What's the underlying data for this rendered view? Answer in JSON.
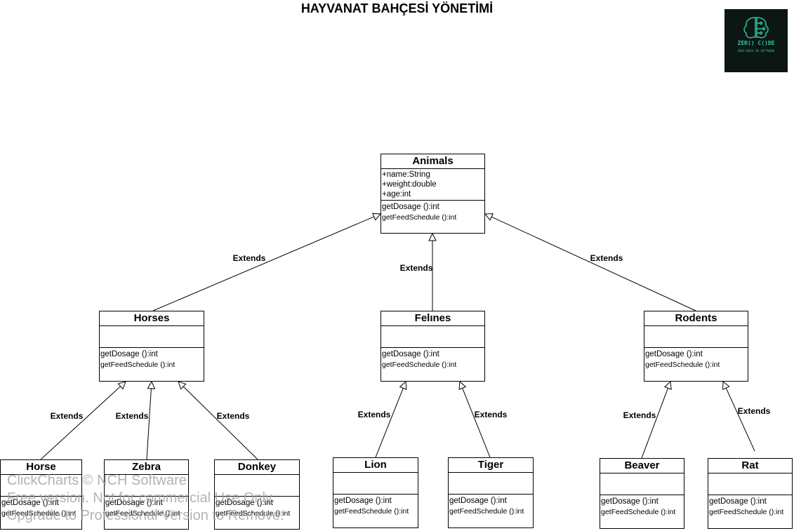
{
  "diagram": {
    "title": "HAYVANAT BAHÇESİ YÖNETİMİ",
    "edge_label": "Extends",
    "classes": {
      "animals": {
        "name": "Animals",
        "attributes": [
          "+name:String",
          "+weight:double",
          "+age:int"
        ],
        "operations": [
          "getDosage ():int",
          "getFeedSchedule ():int"
        ]
      },
      "horses": {
        "name": "Horses",
        "operations": [
          "getDosage ():int",
          "getFeedSchedule ():int"
        ]
      },
      "felines": {
        "name": "Felınes",
        "operations": [
          "getDosage ():int",
          "getFeedSchedule ():int"
        ]
      },
      "rodents": {
        "name": "Rodents",
        "operations": [
          "getDosage ():int",
          "getFeedSchedule ():int"
        ]
      },
      "horse": {
        "name": "Horse",
        "operations": [
          "getDosage ():int",
          "getFeedSchedule ():int"
        ]
      },
      "zebra": {
        "name": "Zebra",
        "operations": [
          "getDosage ():int",
          "getFeedSchedule ():int"
        ]
      },
      "donkey": {
        "name": "Donkey",
        "operations": [
          "getDosage ():int",
          "getFeedSchedule ():int"
        ]
      },
      "lion": {
        "name": "Lion",
        "operations": [
          "getDosage ():int",
          "getFeedSchedule ():int"
        ]
      },
      "tiger": {
        "name": "Tiger",
        "operations": [
          "getDosage ():int",
          "getFeedSchedule ():int"
        ]
      },
      "beaver": {
        "name": "Beaver",
        "operations": [
          "getDosage ():int",
          "getFeedSchedule ():int"
        ]
      },
      "rat": {
        "name": "Rat",
        "operations": [
          "getDosage ():int",
          "getFeedSchedule ():int"
        ]
      }
    },
    "relations": [
      {
        "from": "horses",
        "to": "animals",
        "label": "Extends"
      },
      {
        "from": "felines",
        "to": "animals",
        "label": "Extends"
      },
      {
        "from": "rodents",
        "to": "animals",
        "label": "Extends"
      },
      {
        "from": "horse",
        "to": "horses",
        "label": "Extends"
      },
      {
        "from": "zebra",
        "to": "horses",
        "label": "Extends"
      },
      {
        "from": "donkey",
        "to": "horses",
        "label": "Extends"
      },
      {
        "from": "lion",
        "to": "felines",
        "label": "Extends"
      },
      {
        "from": "tiger",
        "to": "felines",
        "label": "Extends"
      },
      {
        "from": "beaver",
        "to": "rodents",
        "label": "Extends"
      },
      {
        "from": "rat",
        "to": "rodents",
        "label": "Extends"
      }
    ]
  },
  "logo": {
    "line1": "ZER() C()DE",
    "line2": "ZERO BUGS IN SOFTWARE",
    "accent": "#2ec4a6"
  },
  "watermark": {
    "lines": [
      "ClickCharts © NCH Software",
      "Free version. Not for commercial Use Only.",
      "Upgrade to Professional Version to Remove."
    ]
  }
}
